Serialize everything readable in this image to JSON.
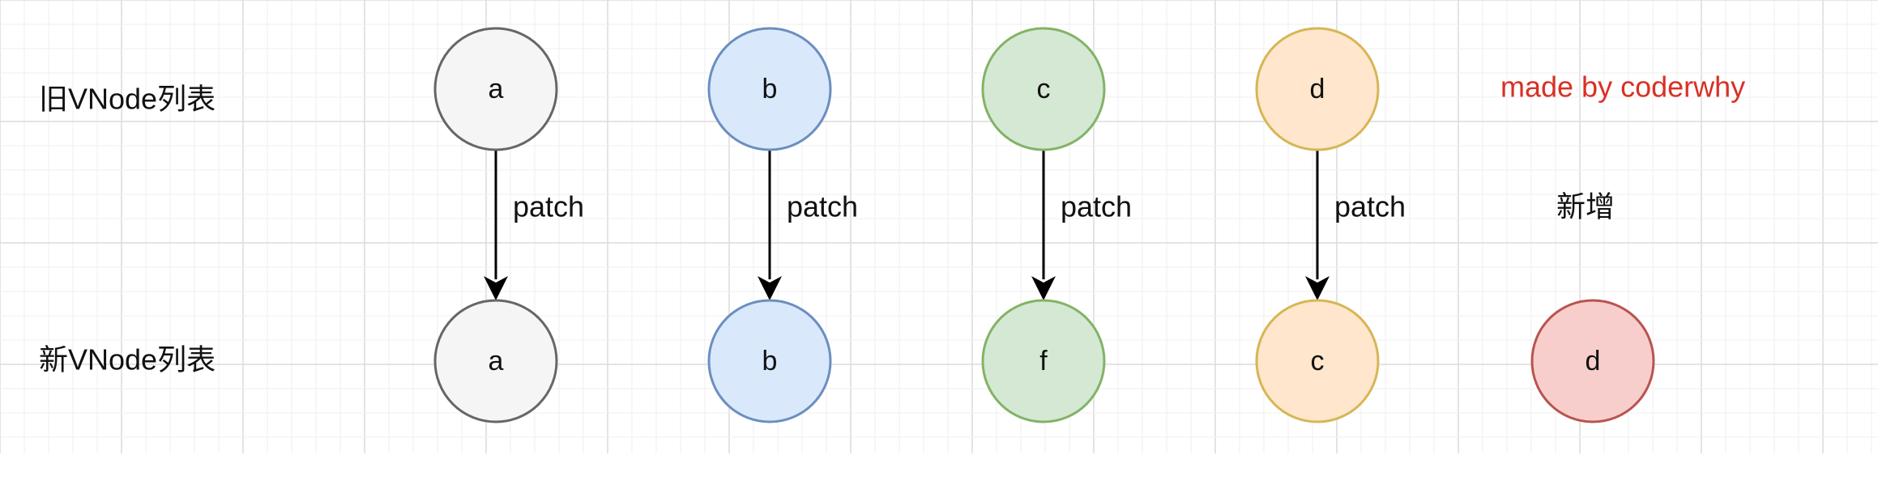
{
  "rows": {
    "old_label": "旧VNode列表",
    "new_label": "新VNode列表"
  },
  "old_nodes": [
    {
      "label": "a",
      "fill": "#f5f5f5",
      "stroke": "#666666"
    },
    {
      "label": "b",
      "fill": "#dae8fc",
      "stroke": "#6c8ebf"
    },
    {
      "label": "c",
      "fill": "#d5e8d4",
      "stroke": "#82b366"
    },
    {
      "label": "d",
      "fill": "#ffe6cc",
      "stroke": "#d6b656"
    }
  ],
  "new_nodes": [
    {
      "label": "a",
      "fill": "#f5f5f5",
      "stroke": "#666666"
    },
    {
      "label": "b",
      "fill": "#dae8fc",
      "stroke": "#6c8ebf"
    },
    {
      "label": "f",
      "fill": "#d5e8d4",
      "stroke": "#82b366"
    },
    {
      "label": "c",
      "fill": "#ffe6cc",
      "stroke": "#d6b656"
    },
    {
      "label": "d",
      "fill": "#f8cecc",
      "stroke": "#b85450"
    }
  ],
  "edges": [
    {
      "label": "patch"
    },
    {
      "label": "patch"
    },
    {
      "label": "patch"
    },
    {
      "label": "patch"
    }
  ],
  "annotations": {
    "watermark": "made by coderwhy",
    "added_label": "新增",
    "watermark_color": "#d93025"
  }
}
